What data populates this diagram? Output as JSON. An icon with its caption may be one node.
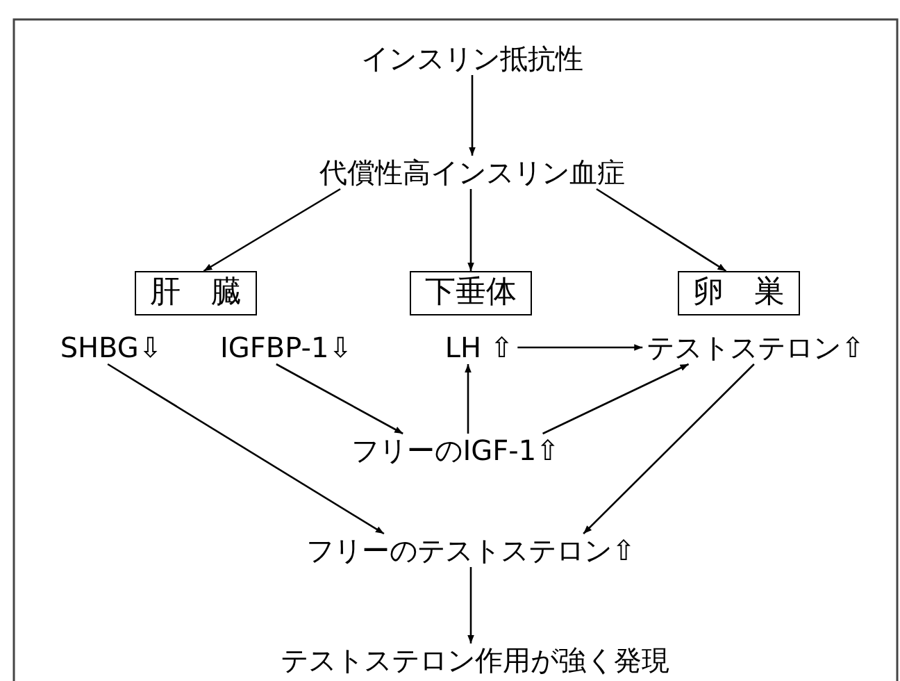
{
  "diagram": {
    "nodes": [
      {
        "text": [
          "インスリン抵抗性"
        ]
      },
      {
        "text": [
          "代償性高インスリン血症"
        ]
      },
      {
        "text": [
          "肝　臓"
        ]
      },
      {
        "text": [
          "下垂体"
        ]
      },
      {
        "text": [
          "卵　巣"
        ]
      },
      {
        "text": [
          "SHBG⇩"
        ]
      },
      {
        "text": [
          "IGFBP-1⇩"
        ]
      },
      {
        "text": [
          "LH ⇧"
        ]
      },
      {
        "text": [
          "テストステロン⇧"
        ]
      },
      {
        "text": [
          "フリーのIGF-1⇧"
        ]
      },
      {
        "text": [
          "フリーのテストステロン⇧"
        ]
      },
      {
        "text": [
          "テストステロン作用が強く発現"
        ]
      }
    ],
    "edges": [
      {
        "from": 0,
        "to": 1,
        "arrow": "to"
      },
      {
        "from": 1,
        "to": 2,
        "arrow": "to"
      },
      {
        "from": 1,
        "to": 3,
        "arrow": "to"
      },
      {
        "from": 1,
        "to": 4,
        "arrow": "to"
      },
      {
        "from": 7,
        "to": 8,
        "arrow": "to"
      },
      {
        "from": 5,
        "to": 10,
        "arrow": "to"
      },
      {
        "from": 6,
        "to": 9,
        "arrow": "to"
      },
      {
        "from": 9,
        "to": 7,
        "arrow": "to"
      },
      {
        "from": 9,
        "to": 8,
        "arrow": "to"
      },
      {
        "from": 8,
        "to": 10,
        "arrow": "to"
      },
      {
        "from": 10,
        "to": 11,
        "arrow": "to"
      }
    ]
  }
}
